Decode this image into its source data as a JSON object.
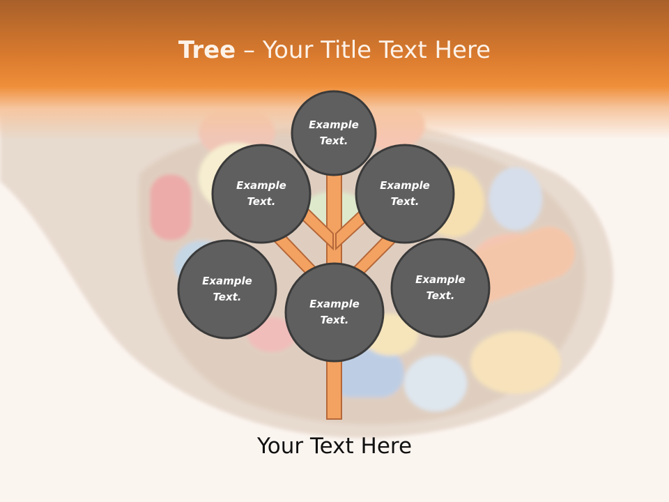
{
  "title": {
    "bold": "Tree",
    "rest": " – Your Title Text Here"
  },
  "nodes": [
    {
      "id": "top",
      "line1": "Example",
      "line2": "Text."
    },
    {
      "id": "upper-left",
      "line1": "Example",
      "line2": "Text."
    },
    {
      "id": "upper-right",
      "line1": "Example",
      "line2": "Text."
    },
    {
      "id": "lower-left",
      "line1": "Example",
      "line2": "Text."
    },
    {
      "id": "center",
      "line1": "Example",
      "line2": "Text."
    },
    {
      "id": "lower-right",
      "line1": "Example",
      "line2": "Text."
    }
  ],
  "footer": "Your Text Here",
  "colors": {
    "header": "#ef8f3a",
    "branch": "#f4a261",
    "circle": "#5f5f5f",
    "background": "#fbf5f0"
  }
}
